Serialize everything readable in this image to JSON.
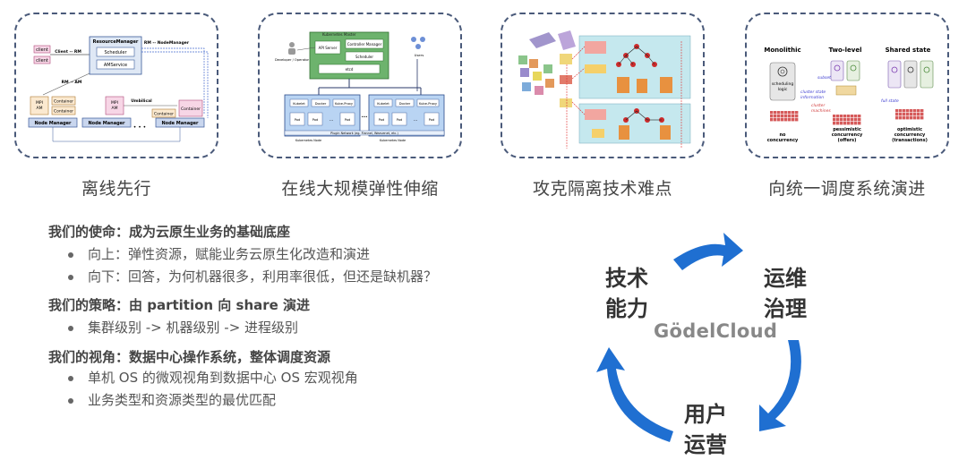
{
  "cards": [
    {
      "caption": "离线先行",
      "labels": {
        "client1": "client",
        "client2": "client",
        "client_rm": "Client -- RM",
        "rm": "ResourceManager",
        "scheduler": "Scheduler",
        "amservice": "AMService",
        "rm_nm": "RM -- NodeManager",
        "rm_am": "RM -- AM",
        "mpi_am1": "MPI",
        "mpi_am1b": "AM",
        "container1": "Container",
        "container2": "Container",
        "mpi_am2": "MPI",
        "mpi_am2b": "AM",
        "umbilical": "Umbilical",
        "container3": "Container",
        "container4": "Container",
        "nm1": "Node Manager",
        "nm2": "Node Manager",
        "nm3": "Node Manager"
      }
    },
    {
      "caption": "在线大规模弹性伸缩",
      "labels": {
        "master": "Kubernetes Master",
        "api": "API Server",
        "cm": "Controller Manager",
        "sched": "Scheduler",
        "etcd": "etcd",
        "dev": "Developer / Operator",
        "users": "Users",
        "node1": "Kubernetes Node",
        "node2": "Kubernetes Node",
        "kubelet": "Kubelet",
        "docker": "Docker",
        "proxy": "Kube-Proxy",
        "pod": "Pod",
        "dots": "...",
        "plugin": "Plugin Network (eg. Flannel, Weavenet, etc.)"
      }
    },
    {
      "caption": "攻克隔离技术难点"
    },
    {
      "caption": "向统一调度系统演进",
      "labels": {
        "mono": "Monolithic",
        "two": "Two-level",
        "shared": "Shared state",
        "sched_logic1": "scheduling",
        "sched_logic2": "logic",
        "subset": "subset",
        "csi1": "cluster state",
        "csi2": "information",
        "cm1": "cluster",
        "cm2": "machines",
        "full": "full state",
        "no1": "no",
        "no2": "concurrency",
        "pes1": "pessimistic",
        "pes2": "concurrency",
        "pes3": "(offers)",
        "opt1": "optimistic",
        "opt2": "concurrency",
        "opt3": "(transactions)"
      }
    }
  ],
  "sections": [
    {
      "title": "我们的使命：成为云原生业务的基础底座",
      "bullets": [
        "向上：弹性资源，赋能业务云原生化改造和演进",
        "向下：回答，为何机器很多，利用率很低，但还是缺机器？"
      ]
    },
    {
      "title": "我们的策略：由 partition 向 share 演进",
      "bullets": [
        "集群级别 -> 机器级别 -> 进程级别"
      ]
    },
    {
      "title": "我们的视角：数据中心操作系统，整体调度资源",
      "bullets": [
        "单机 OS 的微观视角到数据中心 OS 宏观视角",
        "业务类型和资源类型的最优匹配"
      ]
    }
  ],
  "cycle": {
    "left_line1": "技术",
    "left_line2": "能力",
    "right_line1": "运维",
    "right_line2": "治理",
    "bottom_line1": "用户",
    "bottom_line2": "运营",
    "center": "GödelCloud",
    "arrow_color": "#1f6fd1"
  }
}
